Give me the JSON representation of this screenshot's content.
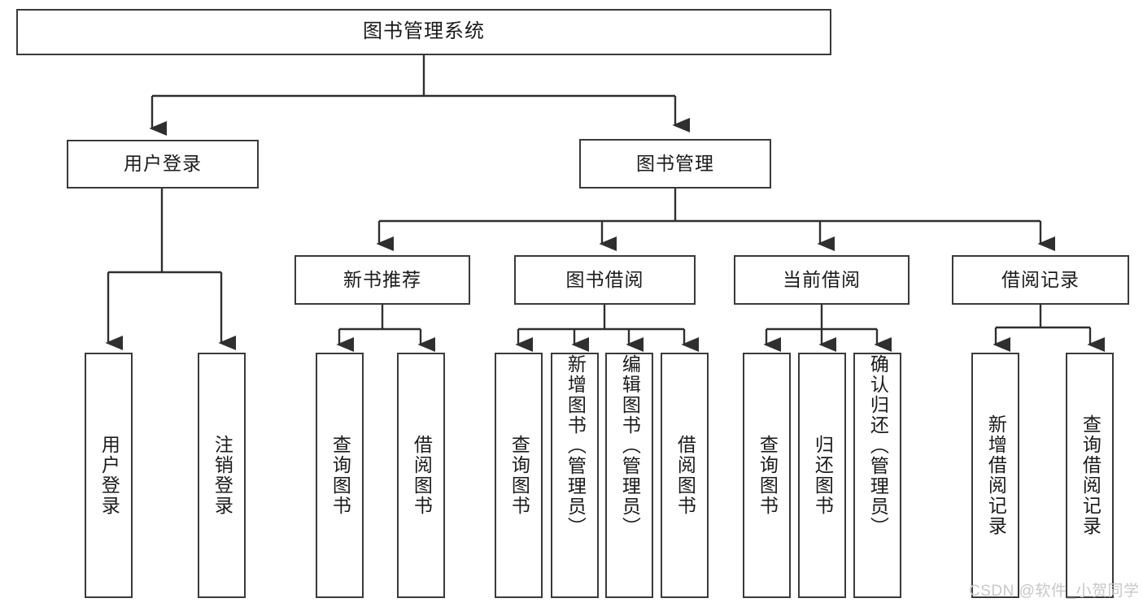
{
  "diagram": {
    "type": "tree-hierarchy",
    "title": "图书管理系统",
    "root": {
      "label": "图书管理系统"
    },
    "level1": [
      {
        "label": "用户登录"
      },
      {
        "label": "图书管理"
      }
    ],
    "level2": [
      {
        "label": "新书推荐"
      },
      {
        "label": "图书借阅"
      },
      {
        "label": "当前借阅"
      },
      {
        "label": "借阅记录"
      }
    ],
    "leaves": {
      "user_login": [
        {
          "label": "用户登录"
        },
        {
          "label": "注销登录"
        }
      ],
      "new_book_recommend": [
        {
          "label": "查询图书"
        },
        {
          "label": "借阅图书"
        }
      ],
      "book_borrow": [
        {
          "label": "查询图书"
        },
        {
          "label": "新增图书（管理员）"
        },
        {
          "label": "编辑图书（管理员）"
        },
        {
          "label": "借阅图书"
        }
      ],
      "current_borrow": [
        {
          "label": "查询图书"
        },
        {
          "label": "归还图书"
        },
        {
          "label": "确认归还（管理员）"
        }
      ],
      "borrow_record": [
        {
          "label": "新增借阅记录"
        },
        {
          "label": "查询借阅记录"
        }
      ]
    }
  },
  "watermark": {
    "text": "CSDN @软件_小贺同学"
  },
  "colors": {
    "border": "#3a3a3a",
    "text": "#1a1a1a",
    "background": "#ffffff",
    "connector": "#2f2f2f",
    "watermark": "#c7c7c7"
  }
}
